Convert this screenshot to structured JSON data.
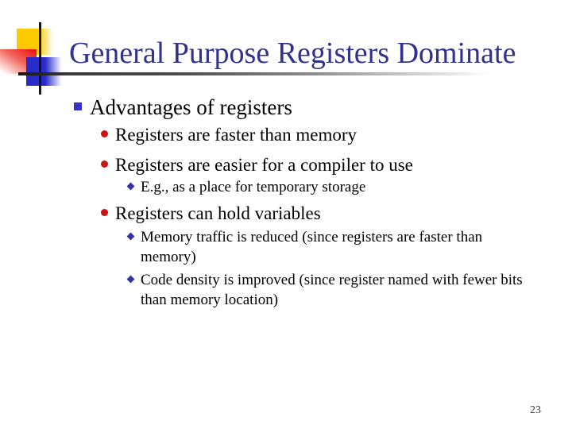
{
  "slide": {
    "title": "General Purpose Registers Dominate",
    "page_number": "23",
    "bullets": [
      {
        "level": 1,
        "text": "Advantages of registers"
      },
      {
        "level": 2,
        "text": "Registers are faster than memory"
      },
      {
        "level": 2,
        "text": "Registers are easier for a compiler to use"
      },
      {
        "level": 3,
        "text": "E.g., as a place for temporary storage"
      },
      {
        "level": 2,
        "text": "Registers can hold variables"
      },
      {
        "level": 3,
        "text": "Memory traffic is reduced (since registers are faster than\nmemory)"
      },
      {
        "level": 3,
        "text": "Code density is improved (since register named with fewer bits\nthan memory location)"
      }
    ],
    "colors": {
      "title": "#31318e",
      "body_text": "#000000",
      "bullet_level1": "#3333cc",
      "bullet_level2": "#cc1111",
      "bullet_level3": "#3434a6",
      "decoration_yellow": "#ffcb00",
      "decoration_red": "#ec1c1c",
      "decoration_blue": "#2a2acb",
      "decoration_line_black": "#161616",
      "rule_gray": "#4d4d4d",
      "background": "#ffffff"
    }
  }
}
